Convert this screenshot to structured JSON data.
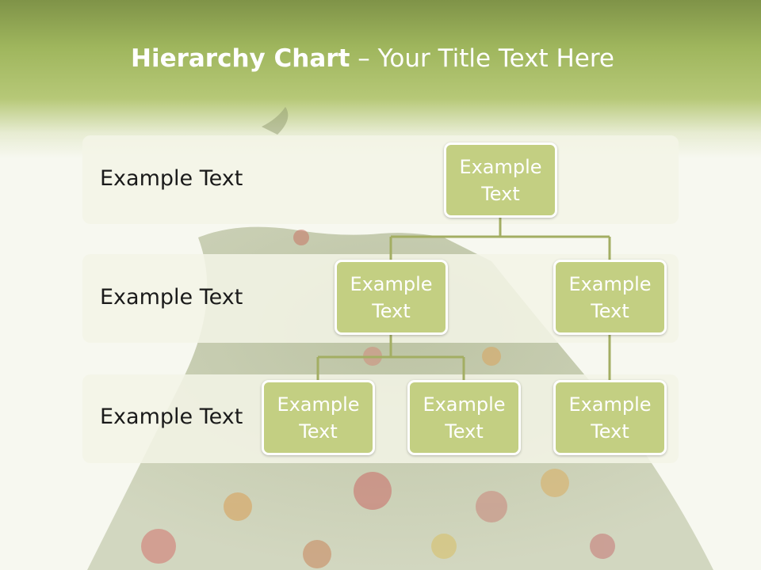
{
  "title": {
    "bold": "Hierarchy Chart",
    "separator": " – ",
    "rest": "Your Title Text Here"
  },
  "rows": [
    {
      "label": "Example Text"
    },
    {
      "label": "Example Text"
    },
    {
      "label": "Example Text"
    }
  ],
  "nodes": {
    "root": "Example Text",
    "level2_left": "Example Text",
    "level2_right": "Example Text",
    "level3_a": "Example Text",
    "level3_b": "Example Text",
    "level3_c": "Example Text"
  },
  "colors": {
    "header_top": "#7f9348",
    "header_mid": "#b6c877",
    "node_fill": "#c3cf82",
    "node_border": "#ffffff",
    "connector": "#a3ae63",
    "band_fill": "#f3f5e7"
  }
}
